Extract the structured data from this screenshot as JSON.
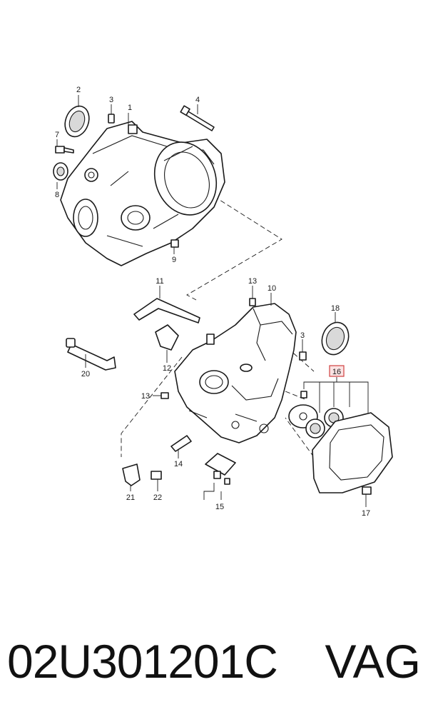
{
  "diagram": {
    "callouts": {
      "c1": "1",
      "c2": "2",
      "c3a": "3",
      "c3b": "3",
      "c4": "4",
      "c7": "7",
      "c8": "8",
      "c9": "9",
      "c10": "10",
      "c11": "11",
      "c12": "12",
      "c13a": "13",
      "c13b": "13",
      "c14": "14",
      "c15": "15",
      "c16": "16",
      "c17": "17",
      "c18": "18",
      "c20": "20",
      "c21": "21",
      "c22": "22"
    },
    "highlighted_callout": "16",
    "highlight_color": "#d04040"
  },
  "footer": {
    "part_number": "02U301201C",
    "brand": "VAG"
  }
}
